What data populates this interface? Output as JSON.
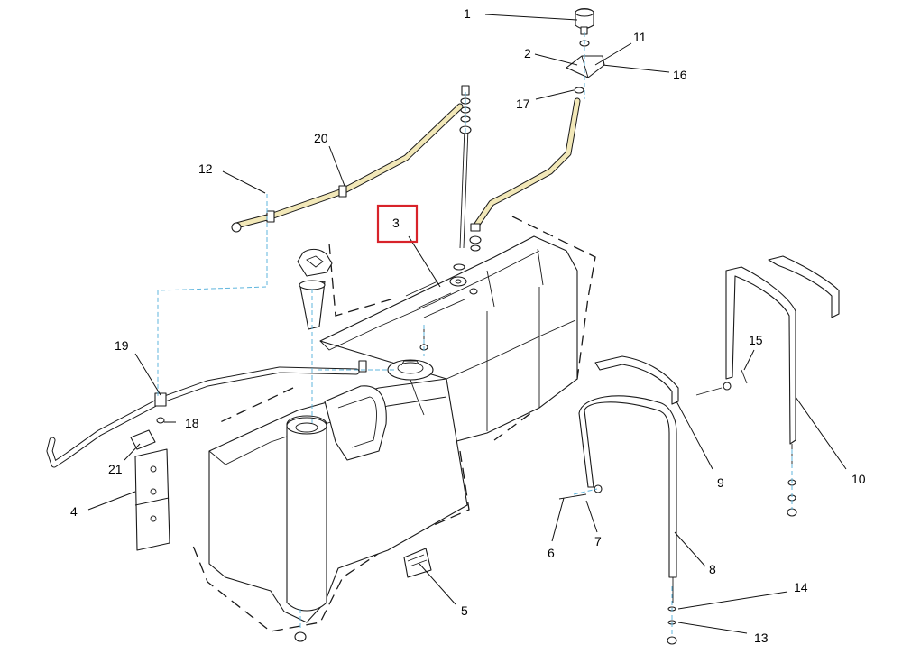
{
  "diagram": {
    "highlighted_callout": "3",
    "colors": {
      "highlight_box": "#d8232a",
      "hose_fill": "#f2e8b8",
      "cap_top": "#d08aa8",
      "fastener": "#f0e27a",
      "centerline": "#5fb5dd"
    },
    "callouts": [
      {
        "label": "1"
      },
      {
        "label": "2"
      },
      {
        "label": "3"
      },
      {
        "label": "4"
      },
      {
        "label": "5"
      },
      {
        "label": "6"
      },
      {
        "label": "7"
      },
      {
        "label": "8"
      },
      {
        "label": "9"
      },
      {
        "label": "10"
      },
      {
        "label": "11"
      },
      {
        "label": "12"
      },
      {
        "label": "13"
      },
      {
        "label": "14"
      },
      {
        "label": "15"
      },
      {
        "label": "16"
      },
      {
        "label": "17"
      },
      {
        "label": "18"
      },
      {
        "label": "19"
      },
      {
        "label": "20"
      },
      {
        "label": "21"
      }
    ]
  }
}
